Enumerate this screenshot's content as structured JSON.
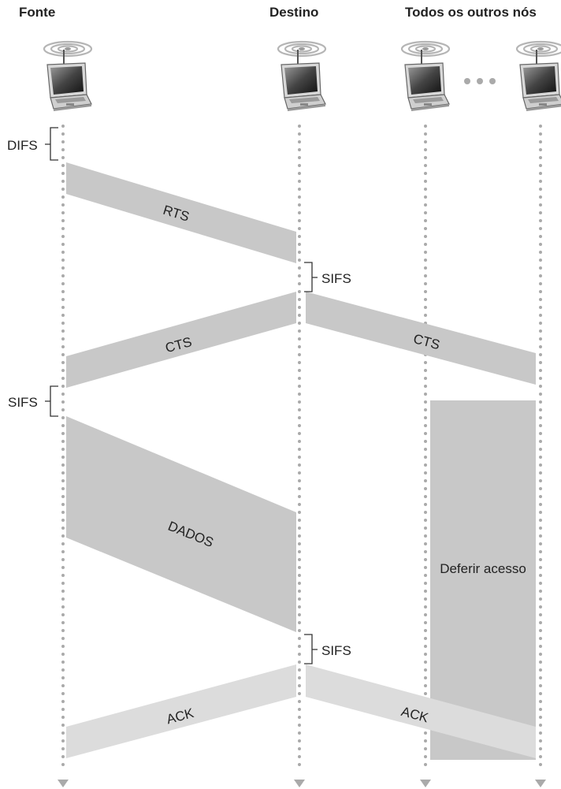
{
  "headers": {
    "source": "Fonte",
    "destination": "Destino",
    "others": "Todos os outros nós"
  },
  "intervals": {
    "difs": "DIFS",
    "sifs_1": "SIFS",
    "sifs_2": "SIFS",
    "sifs_3": "SIFS"
  },
  "frames": {
    "rts": "RTS",
    "cts_to_source": "CTS",
    "cts_to_others": "CTS",
    "data": "DADOS",
    "ack_to_source": "ACK",
    "ack_to_others": "ACK"
  },
  "defer_label": "Deferir acesso",
  "colors": {
    "frame_dark": "#c8c8c8",
    "frame_light": "#dcdcdc",
    "defer": "#c8c8c8",
    "timeline": "#aaaaaa",
    "bracket": "#333333",
    "text": "#222222"
  },
  "icons": [
    "laptop-icon",
    "wireless-signal-icon",
    "ellipsis-icon",
    "arrow-down-icon"
  ]
}
